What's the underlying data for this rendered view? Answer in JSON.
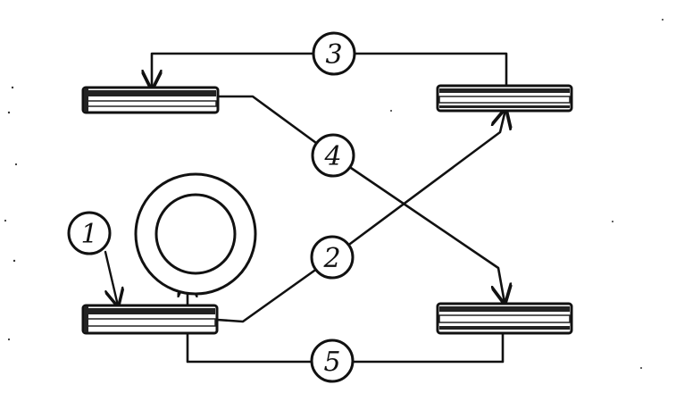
{
  "diagram": {
    "callouts": [
      {
        "id": "callout-1",
        "label": "1"
      },
      {
        "id": "callout-2",
        "label": "2"
      },
      {
        "id": "callout-3",
        "label": "3"
      },
      {
        "id": "callout-4",
        "label": "4"
      },
      {
        "id": "callout-5",
        "label": "5"
      }
    ],
    "tires": [
      "front-left",
      "front-right",
      "rear-left",
      "rear-right",
      "spare"
    ],
    "colors": {
      "ink": "#111111",
      "background": "#ffffff"
    }
  }
}
